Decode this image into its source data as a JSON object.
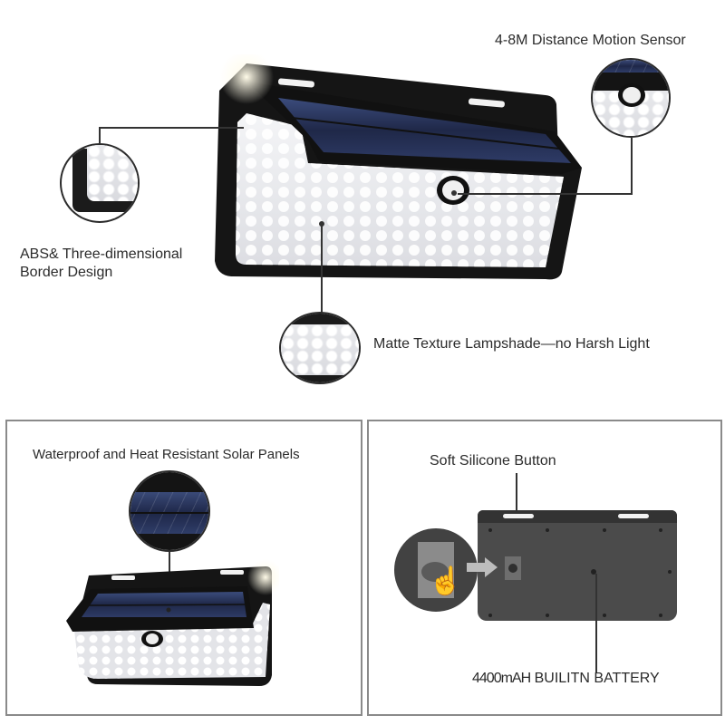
{
  "top_section": {
    "callouts": {
      "motion_sensor": "4-8M Distance Motion Sensor",
      "border_design_line1": "ABS& Three-dimensional",
      "border_design_line2": "Border Design",
      "lampshade": "Matte Texture Lampshade—no Harsh Light"
    }
  },
  "bottom_left_panel": {
    "title": "Waterproof and Heat Resistant Solar Panels"
  },
  "bottom_right_panel": {
    "button_label": "Soft Silicone Button",
    "battery_capacity": "4400mAH",
    "battery_label": "BUILITN BATTERY"
  },
  "colors": {
    "housing": "#1a1a1a",
    "solar_panel": "#27335c",
    "led_surface": "#e6e7ea",
    "back_plate": "#4a4a4a",
    "panel_border": "#8a8a8a",
    "text": "#2b2b2b"
  }
}
